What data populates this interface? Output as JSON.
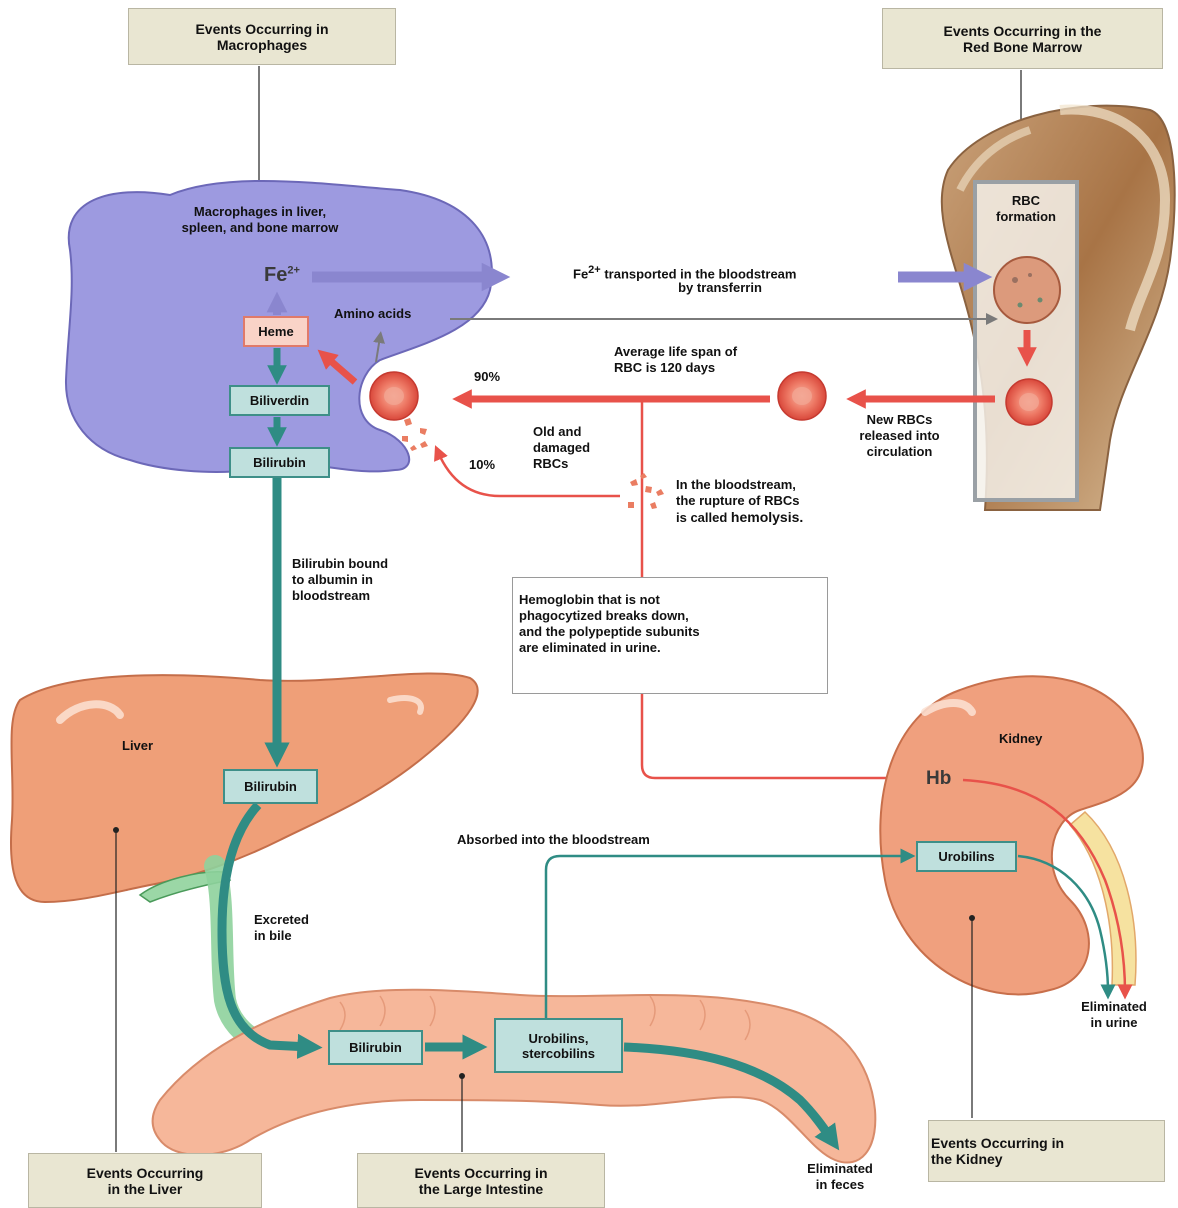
{
  "headers": {
    "macrophages": "Events Occurring in\nMacrophages",
    "bone_marrow": "Events Occurring in the\nRed Bone Marrow",
    "liver": "Events Occurring\nin the Liver",
    "large_intestine": "Events Occurring in\nthe Large Intestine",
    "kidney": "Events Occurring in\nthe Kidney"
  },
  "macrophage": {
    "title": "Macrophages in liver,\nspleen, and bone marrow",
    "fe_base": "Fe",
    "fe_sup": "2+",
    "heme": "Heme",
    "amino_acids": "Amino acids",
    "biliverdin": "Biliverdin",
    "bilirubin": "Bilirubin"
  },
  "bone_marrow": {
    "rbc_formation": "RBC\nformation"
  },
  "transport": {
    "fe_base": "Fe",
    "fe_sup": "2+",
    "fe_text": " transported in the bloodstream",
    "fe_text2": "by transferrin",
    "life_span": "Average life span of\nRBC is 120 days",
    "new_rbcs": "New RBCs\nreleased into\ncirculation",
    "pct_90": "90%",
    "pct_10": "10%",
    "old_damaged": "Old and\ndamaged\nRBCs",
    "hemolysis_text": "In the bloodstream,\nthe rupture of RBCs\nis called ",
    "hemolysis_word": "hemolysis.",
    "bilirubin_bound": "Bilirubin bound\nto albumin in\nbloodstream",
    "hemoglobin_note": "Hemoglobin that is not\nphagocytized breaks down,\nand the polypeptide subunits\nare eliminated in urine."
  },
  "liver": {
    "label": "Liver",
    "bilirubin": "Bilirubin",
    "excreted": "Excreted\nin bile"
  },
  "intestine": {
    "bilirubin": "Bilirubin",
    "urobilins": "Urobilins,\nstercobilins",
    "absorbed": "Absorbed into the bloodstream",
    "eliminated": "Eliminated\nin feces"
  },
  "kidney": {
    "label": "Kidney",
    "hb": "Hb",
    "urobilins": "Urobilins",
    "eliminated": "Eliminated\nin urine"
  },
  "colors": {
    "teal": "#2f8c84",
    "red": "#e8524a",
    "purple": "#8a86cf",
    "gray": "#7a7a7a"
  }
}
